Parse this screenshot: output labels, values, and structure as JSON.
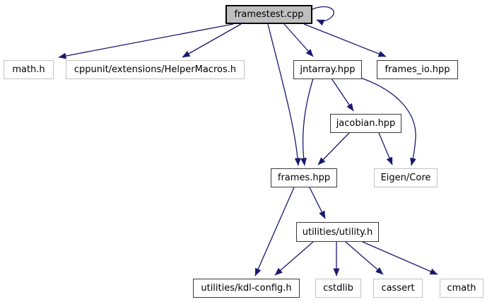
{
  "diagram": {
    "kind": "include-dependency-graph",
    "root_file": "framestest.cpp",
    "colors": {
      "edge": "#191970",
      "root_fill": "#bfbfbf",
      "node_fill": "#ffffff",
      "internal_border": "#3a3a3a",
      "external_border": "#c3c3c3",
      "background": "#ffffff"
    },
    "nodes": {
      "framestest": {
        "label": "framestest.cpp",
        "style": "root"
      },
      "math": {
        "label": "math.h",
        "style": "external"
      },
      "helper": {
        "label": "cppunit/extensions/HelperMacros.h",
        "style": "external"
      },
      "jntarray": {
        "label": "jntarray.hpp",
        "style": "internal"
      },
      "framesio": {
        "label": "frames_io.hpp",
        "style": "internal"
      },
      "jacobian": {
        "label": "jacobian.hpp",
        "style": "internal"
      },
      "frames": {
        "label": "frames.hpp",
        "style": "internal"
      },
      "eigen": {
        "label": "Eigen/Core",
        "style": "external"
      },
      "utility": {
        "label": "utilities/utility.h",
        "style": "internal"
      },
      "kdlconfig": {
        "label": "utilities/kdl-config.h",
        "style": "internal"
      },
      "cstdlib": {
        "label": "cstdlib",
        "style": "external"
      },
      "cassert": {
        "label": "cassert",
        "style": "external"
      },
      "cmath": {
        "label": "cmath",
        "style": "external"
      }
    },
    "edges": [
      {
        "from": "framestest.cpp",
        "to": "math.h"
      },
      {
        "from": "framestest.cpp",
        "to": "cppunit/extensions/HelperMacros.h"
      },
      {
        "from": "framestest.cpp",
        "to": "frames.hpp"
      },
      {
        "from": "framestest.cpp",
        "to": "jntarray.hpp"
      },
      {
        "from": "framestest.cpp",
        "to": "frames_io.hpp"
      },
      {
        "from": "framestest.cpp",
        "to": "framestest.cpp"
      },
      {
        "from": "jntarray.hpp",
        "to": "jacobian.hpp"
      },
      {
        "from": "jntarray.hpp",
        "to": "frames.hpp"
      },
      {
        "from": "jntarray.hpp",
        "to": "Eigen/Core"
      },
      {
        "from": "jacobian.hpp",
        "to": "frames.hpp"
      },
      {
        "from": "jacobian.hpp",
        "to": "Eigen/Core"
      },
      {
        "from": "frames.hpp",
        "to": "utilities/kdl-config.h"
      },
      {
        "from": "frames.hpp",
        "to": "utilities/utility.h"
      },
      {
        "from": "utilities/utility.h",
        "to": "utilities/kdl-config.h"
      },
      {
        "from": "utilities/utility.h",
        "to": "cstdlib"
      },
      {
        "from": "utilities/utility.h",
        "to": "cassert"
      },
      {
        "from": "utilities/utility.h",
        "to": "cmath"
      }
    ]
  }
}
